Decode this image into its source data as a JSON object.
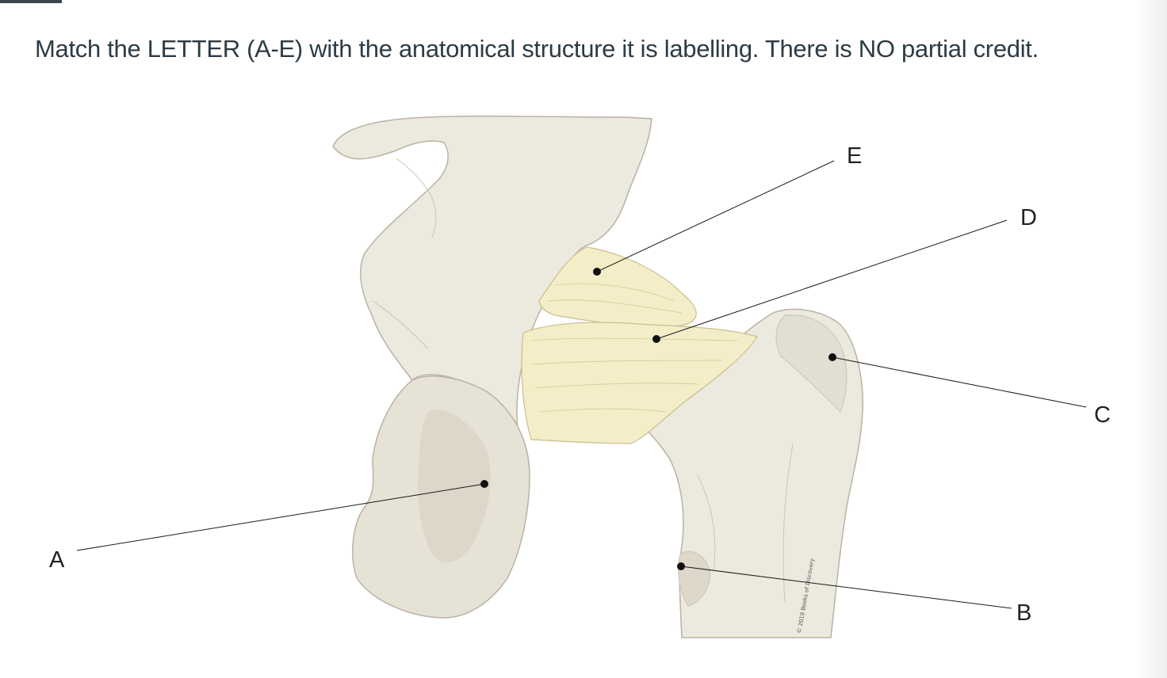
{
  "question": {
    "prompt": "Match the LETTER (A-E) with the anatomical structure it is labelling.  There is NO partial credit."
  },
  "figure": {
    "labels": {
      "a": "A",
      "b": "B",
      "c": "C",
      "d": "D",
      "e": "E"
    },
    "copyright": "© 2019 Books of Discovery",
    "colors": {
      "bone": "#ece9de",
      "bone_shade": "#c9c4b6",
      "ligament": "#f3edc8",
      "ligament_stroke": "#c9bf8e",
      "leader_line": "#1a1a1a"
    }
  }
}
